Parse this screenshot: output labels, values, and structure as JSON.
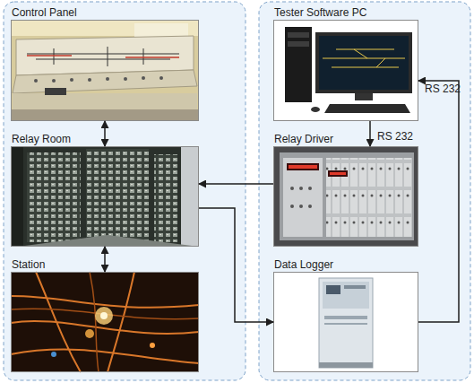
{
  "diagram": {
    "nodes": [
      {
        "text": [
          "Control Panel"
        ]
      },
      {
        "text": [
          "Relay Room"
        ]
      },
      {
        "text": [
          "Station"
        ]
      },
      {
        "text": [
          "Tester Software PC"
        ]
      },
      {
        "text": [
          "Relay Driver"
        ]
      },
      {
        "text": [
          "Data Logger"
        ]
      }
    ],
    "edges": [
      {
        "from": 0,
        "to": 1,
        "arrow": "both"
      },
      {
        "from": 1,
        "to": 2,
        "arrow": "both"
      },
      {
        "from": 3,
        "to": 4,
        "label": "RS 232",
        "arrow": "to"
      },
      {
        "from": 4,
        "to": 1,
        "arrow": "to"
      },
      {
        "from": 1,
        "to": 5,
        "arrow": "to"
      },
      {
        "from": 5,
        "to": 3,
        "label": "RS 232",
        "arrow": "to"
      }
    ]
  }
}
